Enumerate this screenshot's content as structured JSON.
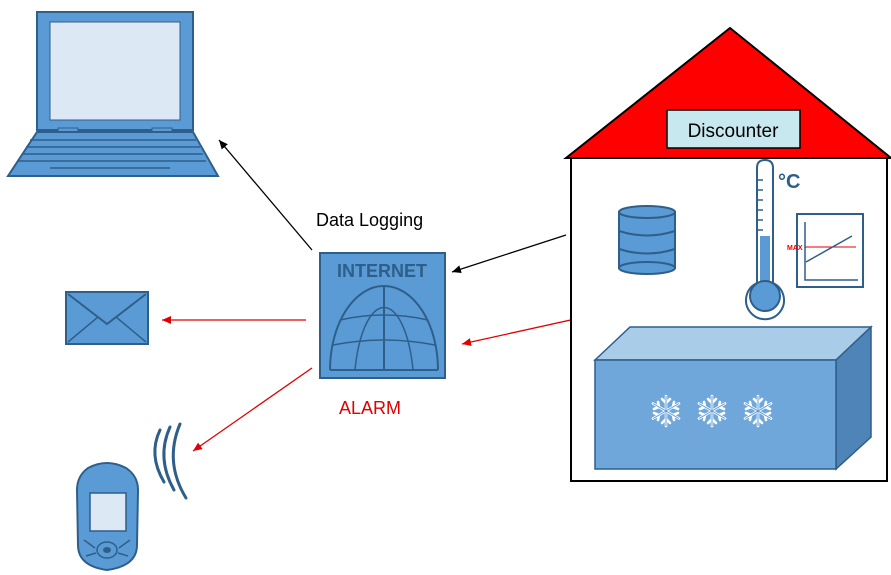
{
  "labels": {
    "data_logging": "Data Logging",
    "alarm": "ALARM",
    "discounter": "Discounter",
    "internet": "INTERNET",
    "celsius": "°C",
    "max": "MAX"
  },
  "icons": {
    "laptop": "laptop-icon",
    "email": "envelope-icon",
    "phone": "mobile-phone-icon",
    "internet": "internet-globe-icon",
    "database": "database-icon",
    "thermometer": "thermometer-icon",
    "chart": "temperature-chart-icon",
    "freezer": "freezer-icon",
    "snowflake": "snowflake-icon"
  },
  "colors": {
    "alarm": "#e00000",
    "roof": "#ff0000",
    "icon_blue": "#5b9bd5",
    "icon_dark": "#2e5f8a",
    "sign_fill": "#c7e8ee"
  }
}
